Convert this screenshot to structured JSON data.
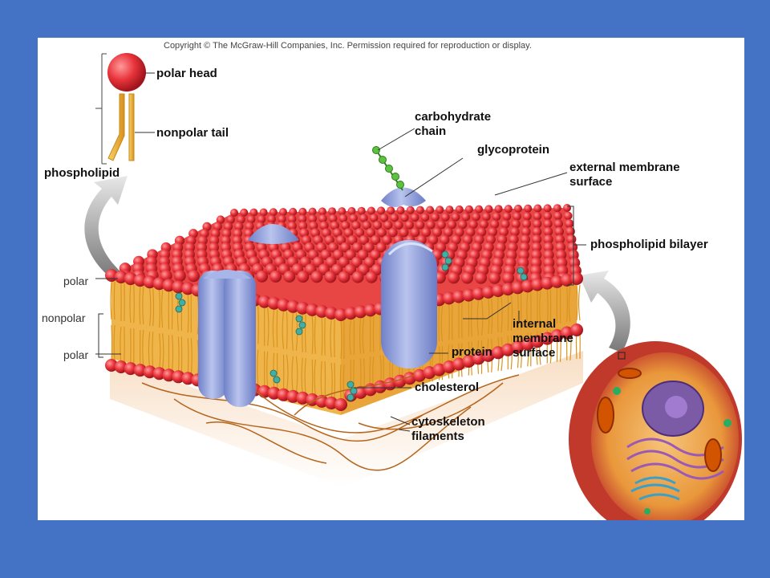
{
  "copyright": "Copyright © The McGraw-Hill Companies, Inc. Permission required for reproduction or display.",
  "labels": {
    "polar_head": "polar head",
    "nonpolar_tail": "nonpolar tail",
    "phospholipid": "phospholipid",
    "carbohydrate_chain_1": "carbohydrate",
    "carbohydrate_chain_2": "chain",
    "glycoprotein": "glycoprotein",
    "external_surface_1": "external membrane",
    "external_surface_2": "surface",
    "phospholipid_bilayer": "phospholipid bilayer",
    "polar_top": "polar",
    "nonpolar": "nonpolar",
    "polar_bottom": "polar",
    "internal_surface_1": "internal",
    "internal_surface_2": "membrane",
    "internal_surface_3": "surface",
    "protein": "protein",
    "cholesterol": "cholesterol",
    "cytoskeleton_1": "cytoskeleton",
    "cytoskeleton_2": "filaments"
  },
  "colors": {
    "slide_background": "#4472c4",
    "panel": "#ffffff",
    "phospholipid_head": "#e8333b",
    "fatty_acid_tail": "#f2b233",
    "protein": "#8f9fd8",
    "cholesterol": "#3fb0a6",
    "carbohydrate": "#5cc23f",
    "cytoskeleton": "#b5651d"
  }
}
